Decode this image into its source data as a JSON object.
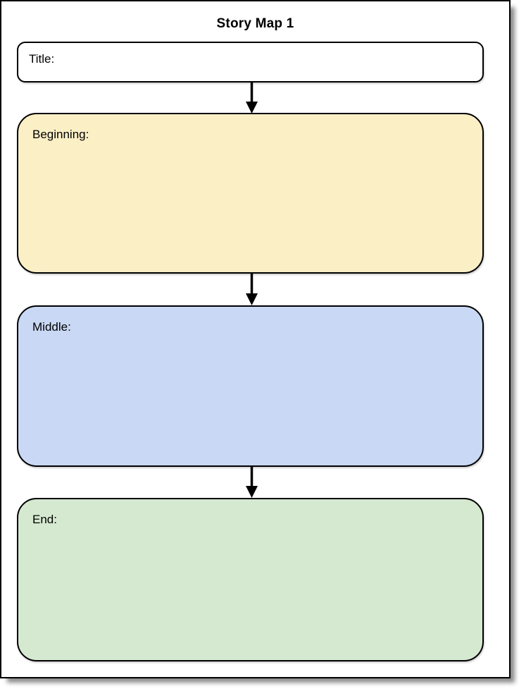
{
  "page": {
    "title": "Story Map 1",
    "background": "#ffffff",
    "border_color": "#000000"
  },
  "boxes": [
    {
      "label": "Title:",
      "fill": "#ffffff"
    },
    {
      "label": "Beginning:",
      "fill": "#fbefc6"
    },
    {
      "label": "Middle:",
      "fill": "#c9d8f4"
    },
    {
      "label": "End:",
      "fill": "#d5e8d0"
    }
  ],
  "arrows": {
    "color": "#000000"
  }
}
